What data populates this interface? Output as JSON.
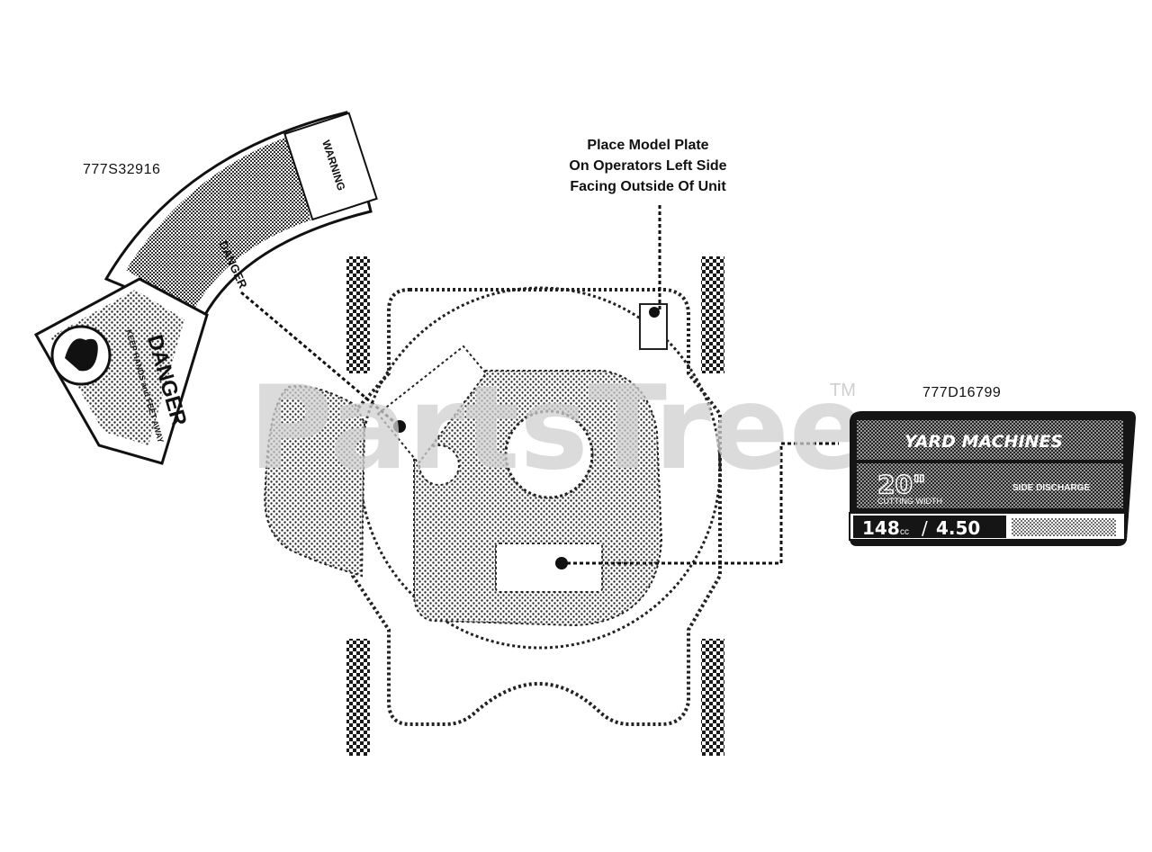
{
  "labels": {
    "part_left": "777S32916",
    "part_right": "777D16799",
    "callout_lines": [
      "Place Model Plate",
      "On Operators Left Side",
      "Facing Outside Of Unit"
    ]
  },
  "watermark": {
    "text": "PartsTree",
    "tm": "TM"
  },
  "decal_left": {
    "danger_big": "DANGER",
    "danger_small": "DANGER",
    "danger_sub": "KEEP HANDS and FEET AWAY",
    "warning": "WARNING"
  },
  "decal_right": {
    "brand": "YARD MACHINES",
    "size": "20\"",
    "size_caption": "CUTTING WIDTH",
    "discharge": "SIDE DISCHARGE",
    "displacement": "148",
    "cc": "cc",
    "torque": "4.50"
  },
  "colors": {
    "line": "#111111",
    "watermark": "#c8c8c8",
    "decal_dark": "#151515"
  }
}
